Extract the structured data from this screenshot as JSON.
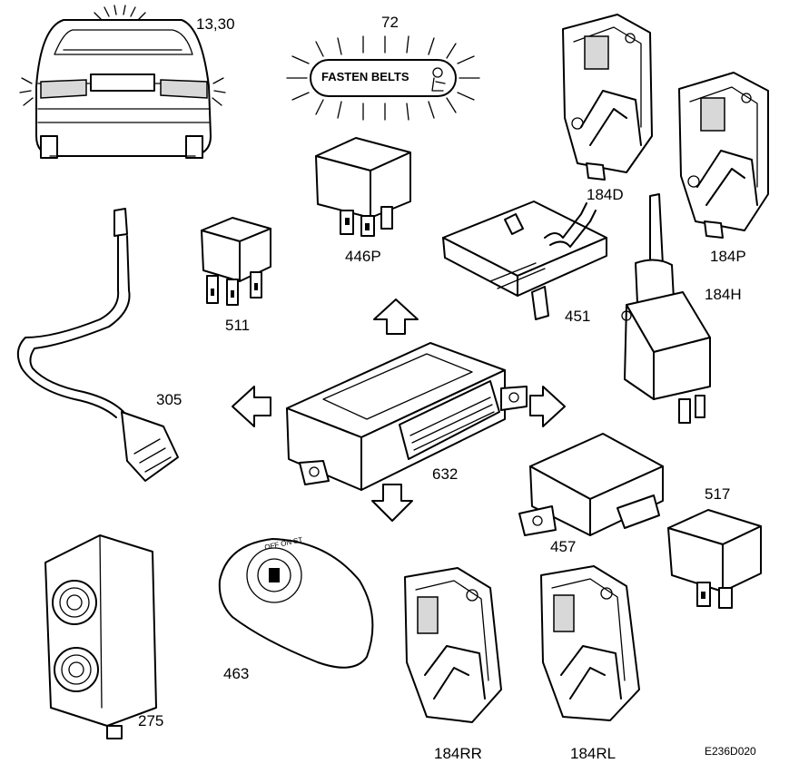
{
  "figure_ref": "E236D020",
  "warning_lamp_text": "FASTEN BELTS",
  "labels": {
    "rear_lamps": "13,30",
    "warning_lamp": "72",
    "door_lock_front_driver": "184D",
    "door_lock_front_passenger": "184P",
    "tailgate_actuator": "184H",
    "relay_446p": "446P",
    "relay_511": "511",
    "module_451": "451",
    "sensor_lead_305": "305",
    "central_module_632": "632",
    "module_457": "457",
    "relay_517": "517",
    "ignition_switch_463": "463",
    "alarm_sounder_275": "275",
    "door_lock_rear_right": "184RR",
    "door_lock_rear_left": "184RL"
  }
}
